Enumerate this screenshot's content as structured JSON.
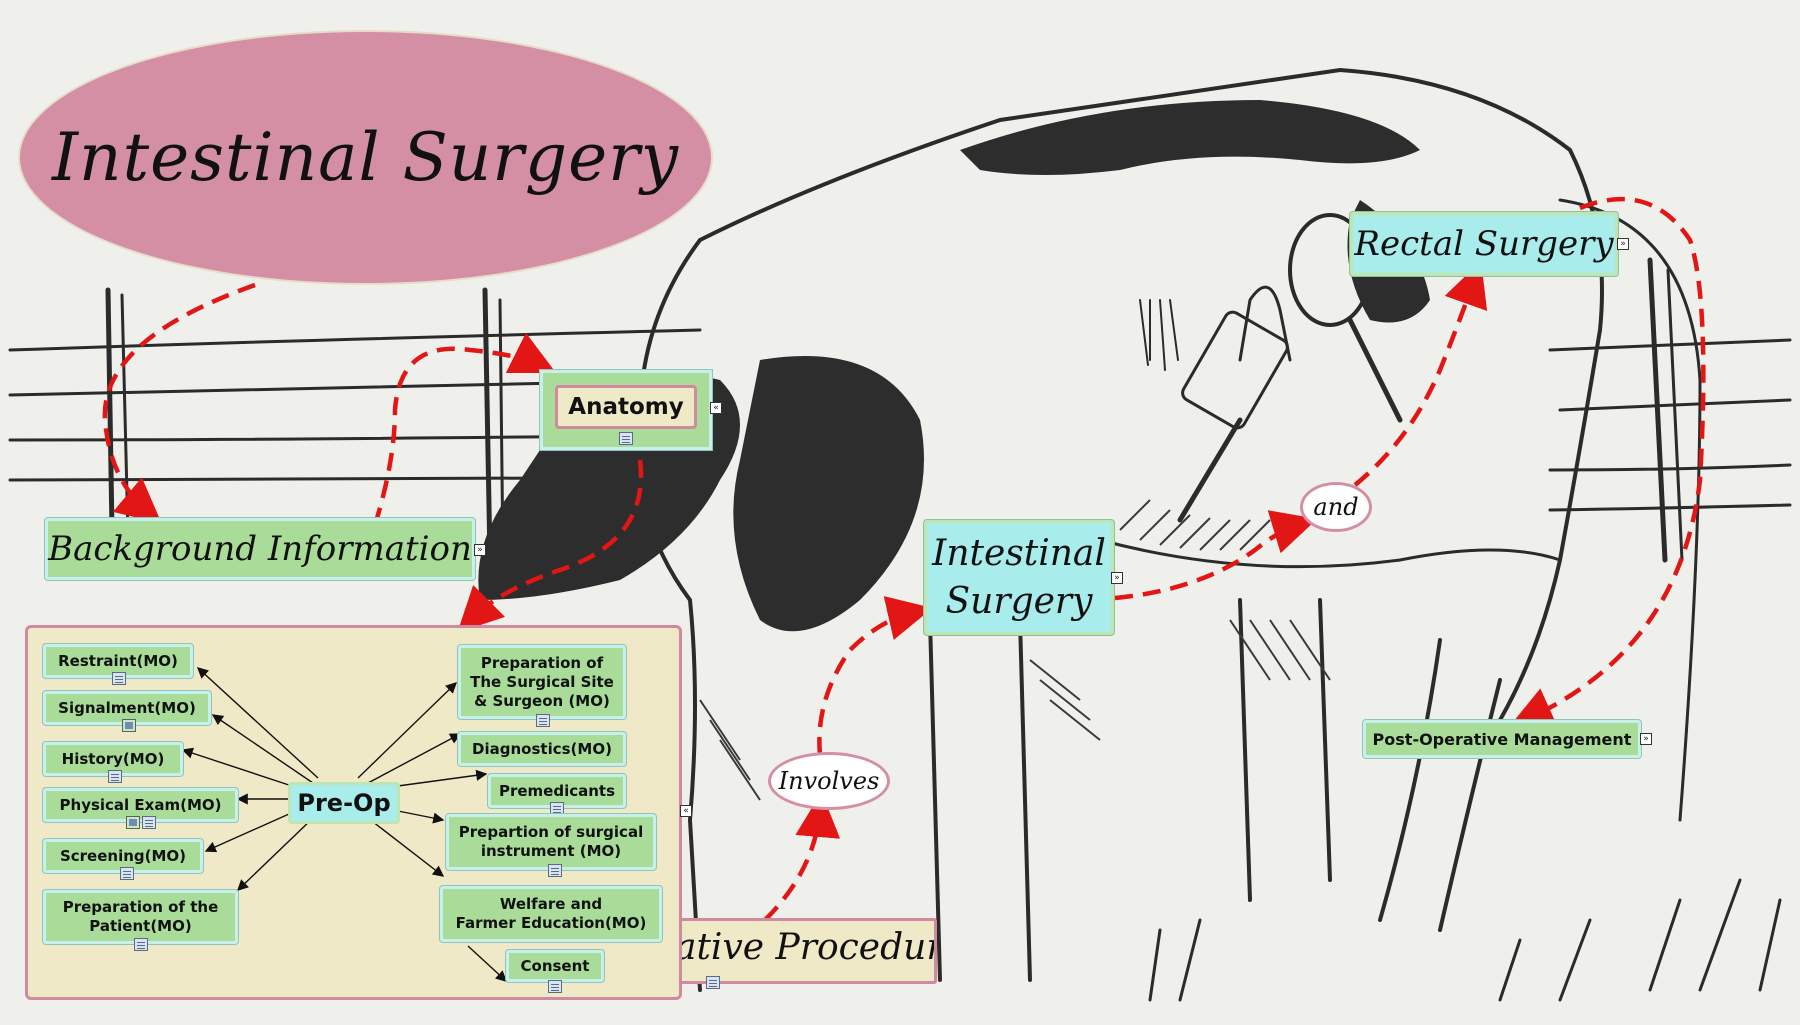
{
  "title": "Intestinal Surgery",
  "colors": {
    "title_ellipse": "#d48fa4",
    "green_node": "#a9dc98",
    "cyan_node": "#a8ecec",
    "preop_panel": "#efe9c8",
    "arrow_red": "#e31616",
    "ellipse_label": "#ffffff"
  },
  "nodes": {
    "background_information": "Background Information",
    "anatomy": "Anatomy",
    "intestinal_surgery": [
      "Intestinal",
      "Surgery"
    ],
    "rectal_surgery": "Rectal Surgery",
    "post_operative_management": "Post-Operative Management",
    "operative_procedure": "ative Procedure"
  },
  "connectors": {
    "and": "and",
    "involves": "Involves"
  },
  "preop": {
    "center": "Pre-Op",
    "left_items": [
      "Restraint(MO)",
      "Signalment(MO)",
      "History(MO)",
      "Physical Exam(MO)",
      "Screening(MO)",
      [
        "Preparation of the",
        "Patient(MO)"
      ]
    ],
    "right_items": [
      [
        "Preparation of",
        "The Surgical Site",
        "& Surgeon (MO)"
      ],
      "Diagnostics(MO)",
      "Premedicants",
      [
        "Prepartion of surgical",
        "instrument (MO)"
      ],
      [
        "Welfare and",
        "Farmer Education(MO)"
      ],
      "Consent"
    ]
  },
  "icons": {
    "note": "note-icon",
    "picture": "picture-icon",
    "expand": "expand-icon",
    "collapse": "collapse-icon"
  }
}
